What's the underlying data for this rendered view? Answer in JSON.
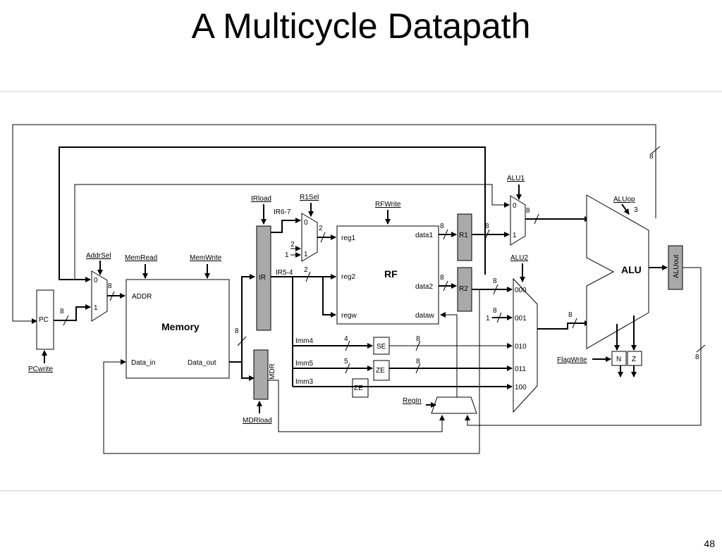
{
  "title": "A Multicycle Datapath",
  "page_number": "48",
  "diagram": {
    "components": {
      "pc": "PC",
      "memory": "Memory",
      "addr": "ADDR",
      "data_in": "Data_in",
      "data_out": "Data_out",
      "ir": "IR",
      "mdr": "MDR",
      "rf": "RF",
      "reg1": "reg1",
      "reg2": "reg2",
      "regw": "regw",
      "data1": "data1",
      "data2": "data2",
      "dataw": "dataw",
      "r1": "R1",
      "r2": "R2",
      "alu": "ALU",
      "aluout": "ALUout",
      "se": "SE",
      "ze1": "ZE",
      "ze2": "ZE",
      "n": "N",
      "z": "Z"
    },
    "controls": {
      "pcwrite": "PCwrite",
      "addrsel": "AddrSel",
      "memread": "MemRead",
      "memwrite": "MemWrite",
      "irload": "IRload",
      "mdrload": "MDRload",
      "r1sel": "R1Sel",
      "rfwrite": "RFWrite",
      "alu1": "ALU1",
      "alu2": "ALU2",
      "aluop": "ALUop",
      "flagwrite": "FlagWrite",
      "regin": "RegIn"
    },
    "signals": {
      "ir67": "IR6-7",
      "ir54": "IR5-4",
      "imm4": "Imm4",
      "imm5": "Imm5",
      "imm3": "Imm3"
    },
    "mux_inputs": {
      "addrsel_0": "0",
      "addrsel_1": "1",
      "r1sel_0": "0",
      "r1sel_1": "1",
      "alu1_0": "0",
      "alu1_1": "1",
      "alu2_000": "000",
      "alu2_001": "001",
      "alu2_010": "010",
      "alu2_011": "011",
      "alu2_100": "100",
      "const_2": "2",
      "const_1_r1sel": "1",
      "const_1_alu2": "1"
    },
    "bus_widths": {
      "pc_out": "8",
      "mux_out": "8",
      "mem_out": "8",
      "ir67_w": "2",
      "ir54_w": "2",
      "top_loop": "8",
      "data1_w": "8",
      "data2_w": "8",
      "alu1_out": "8",
      "aluop_w": "3",
      "r2_out": "8",
      "alu2_in1": "8",
      "alu2_out": "8",
      "imm4_w": "4",
      "se_out": "8",
      "imm5_w": "5",
      "ze_out": "8",
      "right_top": "8",
      "aluout_down": "8"
    }
  }
}
